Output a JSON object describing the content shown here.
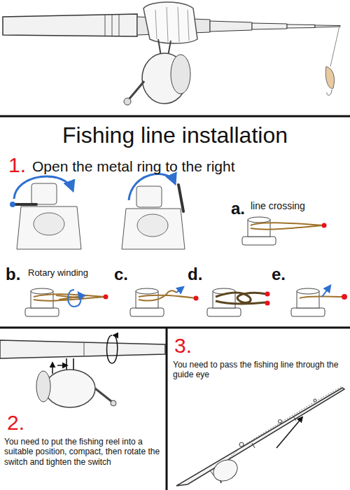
{
  "diagram": {
    "title": "Fishing line installation",
    "nodes": [
      {
        "text": [
          "1.",
          "Open the metal ring to the right"
        ]
      },
      {
        "text": [
          "2.",
          "You need to put the fishing reel into a suitable position, compact, then rotate the switch and tighten the switch"
        ]
      },
      {
        "text": [
          "3.",
          "You need to pass the fishing line through the guide eye"
        ]
      }
    ],
    "labels": [
      "a.",
      "line crossing",
      "b.",
      "Rotary winding",
      "c.",
      "d.",
      "e."
    ]
  }
}
